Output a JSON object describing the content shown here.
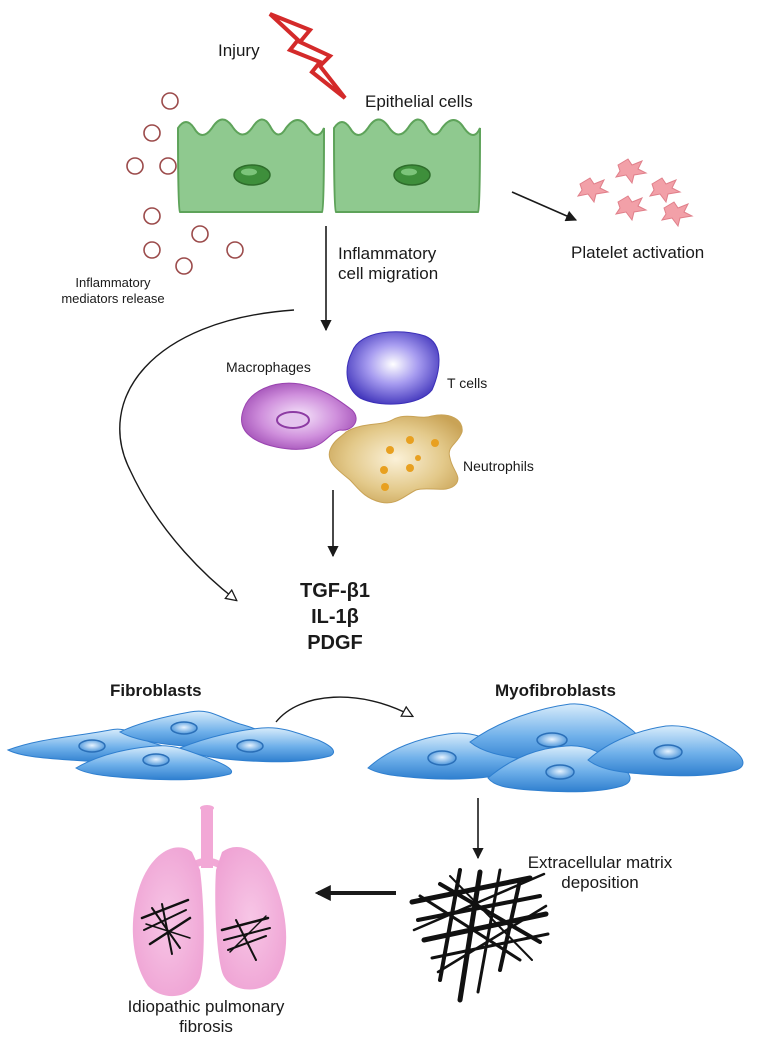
{
  "labels": {
    "injury": "Injury",
    "epithelial_cells": "Epithelial cells",
    "inflammatory_mediators": [
      "Inflammatory",
      "mediators release"
    ],
    "inflammatory_migration": [
      "Inflammatory",
      "cell migration"
    ],
    "platelet_activation": "Platelet activation",
    "macrophages": "Macrophages",
    "t_cells": "T cells",
    "neutrophils": "Neutrophils",
    "fibroblasts": "Fibroblasts",
    "myofibroblasts": "Myofibroblasts",
    "ecm": [
      "Extracellular matrix",
      "deposition"
    ],
    "ipf": [
      "Idiopathic pulmonary",
      "fibrosis"
    ]
  },
  "cytokines": [
    "TGF-β1",
    "IL-1β",
    "PDGF"
  ],
  "colors": {
    "epithelial_fill": "#8fc98f",
    "epithelial_stroke": "#5ea35a",
    "mediator_circle": "#9b4a4a",
    "injury_bolt": "#d42a2a",
    "platelet": "#f2a0a8",
    "macrophage": "#b35fc4",
    "t_cell": "#5a4fd0",
    "neutrophil": "#d8b86a",
    "neutrophil_granule": "#e8a020",
    "fibroblast": "#5aa0e0",
    "lung": "#f2a8d6",
    "arrow": "#1a1a1a"
  }
}
